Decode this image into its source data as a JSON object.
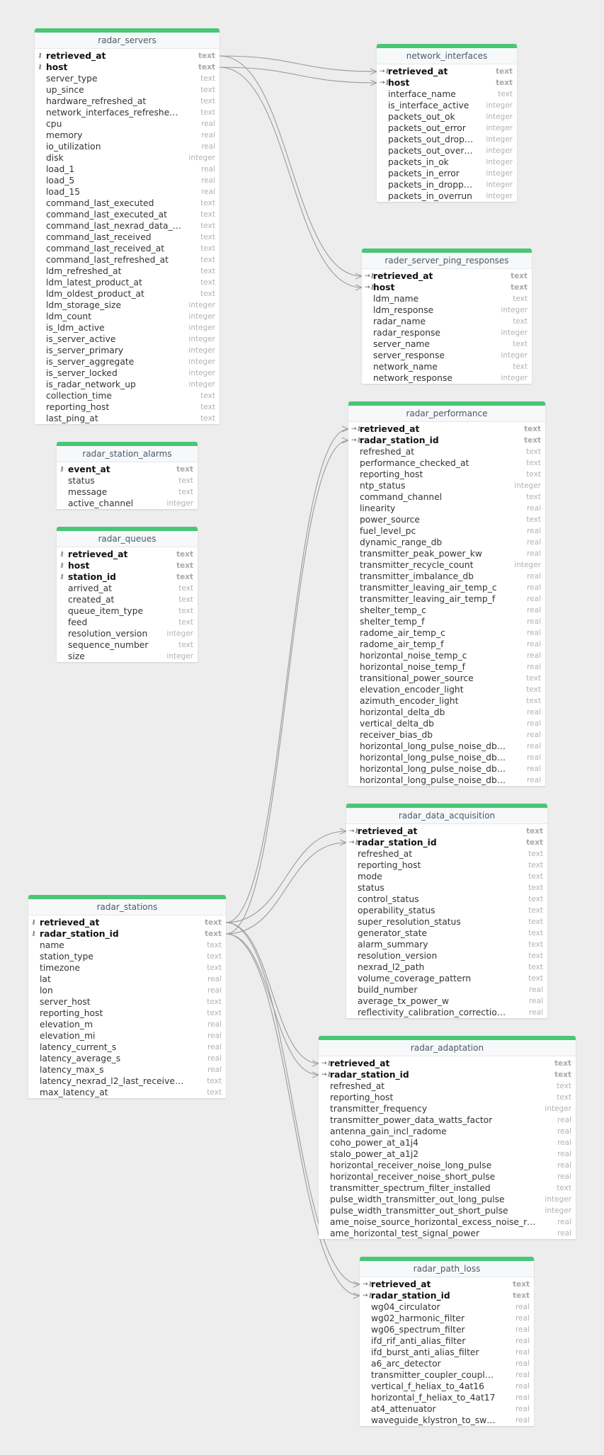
{
  "tables": [
    {
      "id": "radar_servers",
      "name": "radar_servers",
      "columns": [
        {
          "name": "retrieved_at",
          "type": "text",
          "key": true
        },
        {
          "name": "host",
          "type": "text",
          "key": true
        },
        {
          "name": "server_type",
          "type": "text"
        },
        {
          "name": "up_since",
          "type": "text"
        },
        {
          "name": "hardware_refreshed_at",
          "type": "text"
        },
        {
          "name": "network_interfaces_refreshed…",
          "type": "text"
        },
        {
          "name": "cpu",
          "type": "real"
        },
        {
          "name": "memory",
          "type": "real"
        },
        {
          "name": "io_utilization",
          "type": "real"
        },
        {
          "name": "disk",
          "type": "integer"
        },
        {
          "name": "load_1",
          "type": "real"
        },
        {
          "name": "load_5",
          "type": "real"
        },
        {
          "name": "load_15",
          "type": "real"
        },
        {
          "name": "command_last_executed",
          "type": "text"
        },
        {
          "name": "command_last_executed_at",
          "type": "text"
        },
        {
          "name": "command_last_nexrad_data_at",
          "type": "text"
        },
        {
          "name": "command_last_received",
          "type": "text"
        },
        {
          "name": "command_last_received_at",
          "type": "text"
        },
        {
          "name": "command_last_refreshed_at",
          "type": "text"
        },
        {
          "name": "ldm_refreshed_at",
          "type": "text"
        },
        {
          "name": "ldm_latest_product_at",
          "type": "text"
        },
        {
          "name": "ldm_oldest_product_at",
          "type": "text"
        },
        {
          "name": "ldm_storage_size",
          "type": "integer"
        },
        {
          "name": "ldm_count",
          "type": "integer"
        },
        {
          "name": "is_ldm_active",
          "type": "integer"
        },
        {
          "name": "is_server_active",
          "type": "integer"
        },
        {
          "name": "is_server_primary",
          "type": "integer"
        },
        {
          "name": "is_server_aggregate",
          "type": "integer"
        },
        {
          "name": "is_server_locked",
          "type": "integer"
        },
        {
          "name": "is_radar_network_up",
          "type": "integer"
        },
        {
          "name": "collection_time",
          "type": "text"
        },
        {
          "name": "reporting_host",
          "type": "text"
        },
        {
          "name": "last_ping_at",
          "type": "text"
        }
      ]
    },
    {
      "id": "network_interfaces",
      "name": "network_interfaces",
      "columns": [
        {
          "name": "retrieved_at",
          "type": "text",
          "key": true,
          "fk": true
        },
        {
          "name": "host",
          "type": "text",
          "key": true,
          "fk": true
        },
        {
          "name": "interface_name",
          "type": "text"
        },
        {
          "name": "is_interface_active",
          "type": "integer"
        },
        {
          "name": "packets_out_ok",
          "type": "integer"
        },
        {
          "name": "packets_out_error",
          "type": "integer"
        },
        {
          "name": "packets_out_drop…",
          "type": "integer"
        },
        {
          "name": "packets_out_over…",
          "type": "integer"
        },
        {
          "name": "packets_in_ok",
          "type": "integer"
        },
        {
          "name": "packets_in_error",
          "type": "integer"
        },
        {
          "name": "packets_in_dropp…",
          "type": "integer"
        },
        {
          "name": "packets_in_overrun",
          "type": "integer"
        }
      ]
    },
    {
      "id": "rader_server_ping_responses",
      "name": "rader_server_ping_responses",
      "columns": [
        {
          "name": "retrieved_at",
          "type": "text",
          "key": true,
          "fk": true
        },
        {
          "name": "host",
          "type": "text",
          "key": true,
          "fk": true
        },
        {
          "name": "ldm_name",
          "type": "text"
        },
        {
          "name": "ldm_response",
          "type": "integer"
        },
        {
          "name": "radar_name",
          "type": "text"
        },
        {
          "name": "radar_response",
          "type": "integer"
        },
        {
          "name": "server_name",
          "type": "text"
        },
        {
          "name": "server_response",
          "type": "integer"
        },
        {
          "name": "network_name",
          "type": "text"
        },
        {
          "name": "network_response",
          "type": "integer"
        }
      ]
    },
    {
      "id": "radar_station_alarms",
      "name": "radar_station_alarms",
      "columns": [
        {
          "name": "event_at",
          "type": "text",
          "key": true
        },
        {
          "name": "status",
          "type": "text"
        },
        {
          "name": "message",
          "type": "text"
        },
        {
          "name": "active_channel",
          "type": "integer"
        }
      ]
    },
    {
      "id": "radar_queues",
      "name": "radar_queues",
      "columns": [
        {
          "name": "retrieved_at",
          "type": "text",
          "key": true
        },
        {
          "name": "host",
          "type": "text",
          "key": true
        },
        {
          "name": "station_id",
          "type": "text",
          "key": true
        },
        {
          "name": "arrived_at",
          "type": "text"
        },
        {
          "name": "created_at",
          "type": "text"
        },
        {
          "name": "queue_item_type",
          "type": "text"
        },
        {
          "name": "feed",
          "type": "text"
        },
        {
          "name": "resolution_version",
          "type": "integer"
        },
        {
          "name": "sequence_number",
          "type": "text"
        },
        {
          "name": "size",
          "type": "integer"
        }
      ]
    },
    {
      "id": "radar_performance",
      "name": "radar_performance",
      "columns": [
        {
          "name": "retrieved_at",
          "type": "text",
          "key": true,
          "fk": true
        },
        {
          "name": "radar_station_id",
          "type": "text",
          "key": true,
          "fk": true
        },
        {
          "name": "refreshed_at",
          "type": "text"
        },
        {
          "name": "performance_checked_at",
          "type": "text"
        },
        {
          "name": "reporting_host",
          "type": "text"
        },
        {
          "name": "ntp_status",
          "type": "integer"
        },
        {
          "name": "command_channel",
          "type": "text"
        },
        {
          "name": "linearity",
          "type": "real"
        },
        {
          "name": "power_source",
          "type": "text"
        },
        {
          "name": "fuel_level_pc",
          "type": "real"
        },
        {
          "name": "dynamic_range_db",
          "type": "real"
        },
        {
          "name": "transmitter_peak_power_kw",
          "type": "real"
        },
        {
          "name": "transmitter_recycle_count",
          "type": "integer"
        },
        {
          "name": "transmitter_imbalance_db",
          "type": "real"
        },
        {
          "name": "transmitter_leaving_air_temp_c",
          "type": "real"
        },
        {
          "name": "transmitter_leaving_air_temp_f",
          "type": "real"
        },
        {
          "name": "shelter_temp_c",
          "type": "real"
        },
        {
          "name": "shelter_temp_f",
          "type": "real"
        },
        {
          "name": "radome_air_temp_c",
          "type": "real"
        },
        {
          "name": "radome_air_temp_f",
          "type": "real"
        },
        {
          "name": "horizontal_noise_temp_c",
          "type": "real"
        },
        {
          "name": "horizontal_noise_temp_f",
          "type": "real"
        },
        {
          "name": "transitional_power_source",
          "type": "text"
        },
        {
          "name": "elevation_encoder_light",
          "type": "text"
        },
        {
          "name": "azimuth_encoder_light",
          "type": "text"
        },
        {
          "name": "horizontal_delta_db",
          "type": "real"
        },
        {
          "name": "vertical_delta_db",
          "type": "real"
        },
        {
          "name": "receiver_bias_db",
          "type": "real"
        },
        {
          "name": "horizontal_long_pulse_noise_db_…",
          "type": "real"
        },
        {
          "name": "horizontal_long_pulse_noise_db_…",
          "type": "real"
        },
        {
          "name": "horizontal_long_pulse_noise_db_…",
          "type": "real"
        },
        {
          "name": "horizontal_long_pulse_noise_db_…",
          "type": "real"
        }
      ]
    },
    {
      "id": "radar_data_acquisition",
      "name": "radar_data_acquisition",
      "columns": [
        {
          "name": "retrieved_at",
          "type": "text",
          "key": true,
          "fk": true
        },
        {
          "name": "radar_station_id",
          "type": "text",
          "key": true,
          "fk": true
        },
        {
          "name": "refreshed_at",
          "type": "text"
        },
        {
          "name": "reporting_host",
          "type": "text"
        },
        {
          "name": "mode",
          "type": "text"
        },
        {
          "name": "status",
          "type": "text"
        },
        {
          "name": "control_status",
          "type": "text"
        },
        {
          "name": "operability_status",
          "type": "text"
        },
        {
          "name": "super_resolution_status",
          "type": "text"
        },
        {
          "name": "generator_state",
          "type": "text"
        },
        {
          "name": "alarm_summary",
          "type": "text"
        },
        {
          "name": "resolution_version",
          "type": "text"
        },
        {
          "name": "nexrad_l2_path",
          "type": "text"
        },
        {
          "name": "volume_coverage_pattern",
          "type": "text"
        },
        {
          "name": "build_number",
          "type": "real"
        },
        {
          "name": "average_tx_power_w",
          "type": "real"
        },
        {
          "name": "reflectivity_calibration_correction…",
          "type": "real"
        }
      ]
    },
    {
      "id": "radar_stations",
      "name": "radar_stations",
      "columns": [
        {
          "name": "retrieved_at",
          "type": "text",
          "key": true
        },
        {
          "name": "radar_station_id",
          "type": "text",
          "key": true
        },
        {
          "name": "name",
          "type": "text"
        },
        {
          "name": "station_type",
          "type": "text"
        },
        {
          "name": "timezone",
          "type": "text"
        },
        {
          "name": "lat",
          "type": "real"
        },
        {
          "name": "lon",
          "type": "real"
        },
        {
          "name": "server_host",
          "type": "text"
        },
        {
          "name": "reporting_host",
          "type": "text"
        },
        {
          "name": "elevation_m",
          "type": "real"
        },
        {
          "name": "elevation_mi",
          "type": "real"
        },
        {
          "name": "latency_current_s",
          "type": "real"
        },
        {
          "name": "latency_average_s",
          "type": "real"
        },
        {
          "name": "latency_max_s",
          "type": "real"
        },
        {
          "name": "latency_nexrad_l2_last_received…",
          "type": "text"
        },
        {
          "name": "max_latency_at",
          "type": "text"
        }
      ]
    },
    {
      "id": "radar_adaptation",
      "name": "radar_adaptation",
      "columns": [
        {
          "name": "retrieved_at",
          "type": "text",
          "key": true,
          "fk": true
        },
        {
          "name": "radar_station_id",
          "type": "text",
          "key": true,
          "fk": true
        },
        {
          "name": "refreshed_at",
          "type": "text"
        },
        {
          "name": "reporting_host",
          "type": "text"
        },
        {
          "name": "transmitter_frequency",
          "type": "integer"
        },
        {
          "name": "transmitter_power_data_watts_factor",
          "type": "real"
        },
        {
          "name": "antenna_gain_incl_radome",
          "type": "real"
        },
        {
          "name": "coho_power_at_a1j4",
          "type": "real"
        },
        {
          "name": "stalo_power_at_a1j2",
          "type": "real"
        },
        {
          "name": "horizontal_receiver_noise_long_pulse",
          "type": "real"
        },
        {
          "name": "horizontal_receiver_noise_short_pulse",
          "type": "real"
        },
        {
          "name": "transmitter_spectrum_filter_installed",
          "type": "text"
        },
        {
          "name": "pulse_width_transmitter_out_long_pulse",
          "type": "integer"
        },
        {
          "name": "pulse_width_transmitter_out_short_pulse",
          "type": "integer"
        },
        {
          "name": "ame_noise_source_horizontal_excess_noise_r…",
          "type": "real"
        },
        {
          "name": "ame_horizontal_test_signal_power",
          "type": "real"
        }
      ]
    },
    {
      "id": "radar_path_loss",
      "name": "radar_path_loss",
      "columns": [
        {
          "name": "retrieved_at",
          "type": "text",
          "key": true,
          "fk": true
        },
        {
          "name": "radar_station_id",
          "type": "text",
          "key": true,
          "fk": true
        },
        {
          "name": "wg04_circulator",
          "type": "real"
        },
        {
          "name": "wg02_harmonic_filter",
          "type": "real"
        },
        {
          "name": "wg06_spectrum_filter",
          "type": "real"
        },
        {
          "name": "ifd_rif_anti_alias_filter",
          "type": "real"
        },
        {
          "name": "ifd_burst_anti_alias_filter",
          "type": "real"
        },
        {
          "name": "a6_arc_detector",
          "type": "real"
        },
        {
          "name": "transmitter_coupler_coupling",
          "type": "real"
        },
        {
          "name": "vertical_f_heliax_to_4at16",
          "type": "real"
        },
        {
          "name": "horizontal_f_heliax_to_4at17",
          "type": "real"
        },
        {
          "name": "at4_attenuator",
          "type": "real"
        },
        {
          "name": "waveguide_klystron_to_swit…",
          "type": "real"
        }
      ]
    }
  ],
  "relations": [
    {
      "from": "radar_servers",
      "to": "network_interfaces"
    },
    {
      "from": "radar_servers",
      "to": "rader_server_ping_responses"
    },
    {
      "from": "radar_stations",
      "to": "radar_performance"
    },
    {
      "from": "radar_stations",
      "to": "radar_data_acquisition"
    },
    {
      "from": "radar_stations",
      "to": "radar_adaptation"
    },
    {
      "from": "radar_stations",
      "to": "radar_path_loss"
    }
  ],
  "colors": {
    "header_accent": "#48c774",
    "link_line": "#9a9a9a",
    "type_text": "#b2b2b2"
  }
}
